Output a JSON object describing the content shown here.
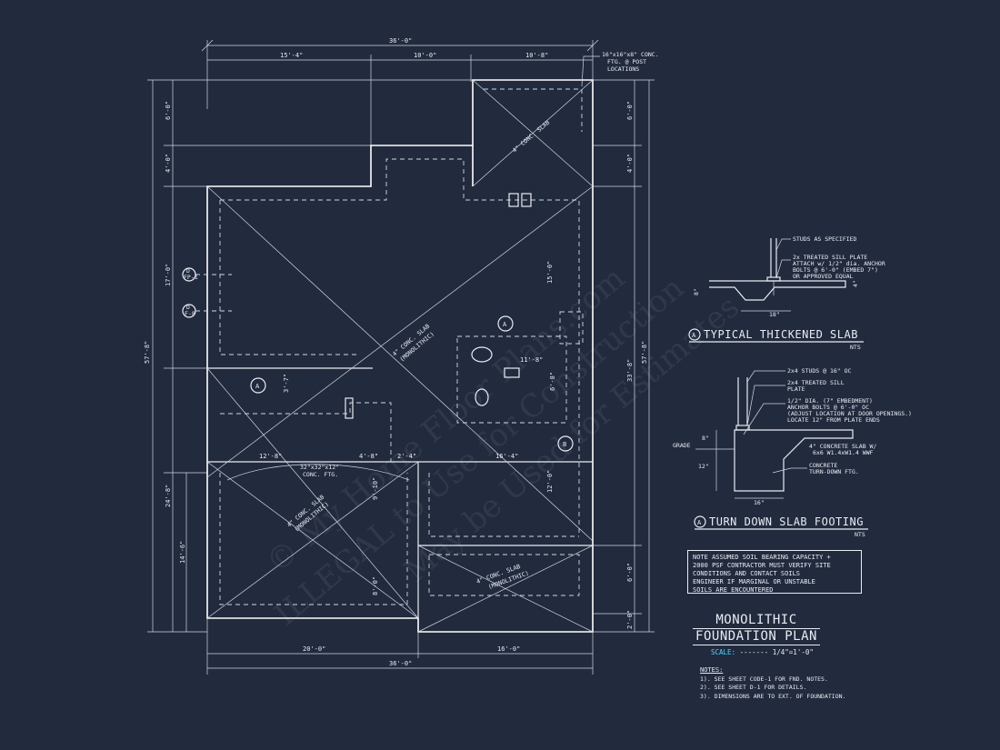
{
  "plan": {
    "title_line1": "MONOLITHIC",
    "title_line2": "FOUNDATION PLAN",
    "scale_label": "SCALE:",
    "scale_value": "------- 1/4\"=1'-0\""
  },
  "dimensions": {
    "top_overall": "36'-0\"",
    "top_seg1": "15'-4\"",
    "top_seg2": "10'-0\"",
    "top_seg3": "10'-8\"",
    "bottom_overall": "36'-0\"",
    "bottom_seg1": "20'-0\"",
    "bottom_seg2": "16'-0\"",
    "left_overall": "57'-8\"",
    "left_a": "6'-0\"",
    "left_b": "4'-0\"",
    "left_c": "17'-0\"",
    "left_d": "24'-8\"",
    "left_e": "14'-6\"",
    "right_overall": "57'-8\"",
    "right_a": "6'-0\"",
    "right_b": "4'-0\"",
    "right_c": "33'-8\"",
    "right_d": "6'-0\"",
    "right_e": "2'-0\"",
    "inner_15_0": "15'-0\"",
    "inner_11_8": "11'-8\"",
    "inner_6_8": "6'-8\"",
    "inner_12_8": "12'-8\"",
    "inner_4_8": "4'-8\"",
    "inner_2_4": "2'-4\"",
    "inner_16_4": "16'-4\"",
    "inner_12_0": "12'-0\"",
    "inner_9_10": "9'-10\"",
    "inner_8_0": "8'-0\"",
    "inner_3_7": "3'-7\""
  },
  "callouts": {
    "post_ftg": [
      "16\"x16\"x8\" CONC.",
      "FTG. @ POST",
      "LOCATIONS"
    ],
    "conc_slab": "4\" CONC. SLAB",
    "monolithic": "(MONOLITHIC)",
    "conc_ftg_1": "32\"x32\"x12\"",
    "conc_ftg_2": "CONC. FTG.",
    "tag_a": "A",
    "tag_b": "B",
    "tag_d": "D",
    "tag_fp1": "FP-1",
    "tag_f8": "F-8"
  },
  "detail_a": {
    "tag": "A",
    "title": "TYPICAL THICKENED SLAB",
    "nts": "NTS",
    "note1": "STUDS AS SPECIFIED",
    "note2": [
      "2x TREATED SILL PLATE",
      "ATTACH w/ 1/2\" dia. ANCHOR",
      "BOLTS @ 6'-0\" (EMBED 7\")",
      "OR APPROVED EQUAL"
    ],
    "dim_18": "18\"",
    "dim_8": "8\"",
    "dim_4": "4\""
  },
  "detail_b": {
    "tag": "A",
    "title": "TURN DOWN SLAB FOOTING",
    "nts": "NTS",
    "note1": [
      "2x4 STUDS @ 16\" OC"
    ],
    "note2": [
      "2x4 TREATED SILL",
      "PLATE"
    ],
    "note3": [
      "1/2\" DIA. (7\" EMBEDMENT)",
      "ANCHOR BOLTS @ 6'-0\" OC",
      "(ADJUST LOCATION AT DOOR OPENINGS.)",
      "LOCATE 12\" FROM PLATE ENDS"
    ],
    "note4": [
      "4\" CONCRETE SLAB W/",
      "6x6 W1.4xW1.4 WWF"
    ],
    "note5": [
      "CONCRETE",
      "TURN-DOWN FTG."
    ],
    "grade": "GRADE",
    "dim_8": "8\"",
    "dim_12": "12\"",
    "dim_16": "16\""
  },
  "soil_note": "NOTE ASSUMED SOIL BEARING CAPACITY +\n2000 PSF CONTRACTOR MUST VERIFY SITE\nCONDITIONS AND CONTACT SOILS\nENGINEER IF MARGINAL OR UNSTABLE\nSOILS ARE ENCOUNTERED",
  "notes": {
    "heading": "NOTES:",
    "items": [
      "1). SEE SHEET CODE-1 FOR FND. NOTES.",
      "2). SEE SHEET D-1 FOR DETAILS.",
      "3). DIMENSIONS ARE TO EXT. OF FOUNDATION."
    ]
  },
  "watermark": {
    "line1": "© My Home Floor Plans.com",
    "line2": "ILLEGAL to Use for Construction",
    "line3": "May be Used for Estimates"
  }
}
